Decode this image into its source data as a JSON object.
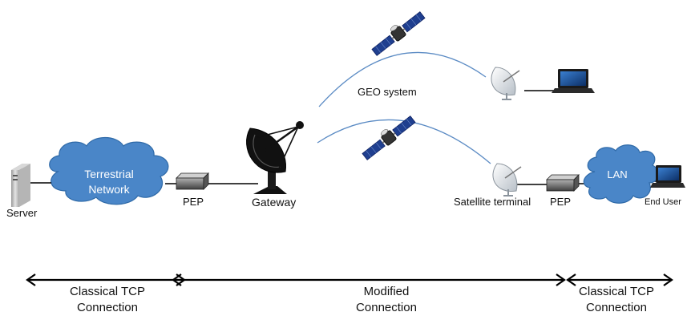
{
  "labels": {
    "server": "Server",
    "terrestrial_network": [
      "Terrestrial",
      "Network"
    ],
    "pep_left": "PEP",
    "gateway": "Gateway",
    "geo_system": "GEO system",
    "satellite_terminal": "Satellite terminal",
    "pep_right": "PEP",
    "lan": "LAN",
    "end_user": "End User"
  },
  "connections": [
    {
      "label": [
        "Classical TCP",
        "Connection"
      ]
    },
    {
      "label": [
        "Modified",
        "Connection"
      ]
    },
    {
      "label": [
        "Classical TCP",
        "Connection"
      ]
    }
  ],
  "colors": {
    "cloud_fill": "#4a86c8",
    "cloud_edge": "#2f6aa8",
    "arc": "#5b8bc4",
    "satellite_panel": "#1f3f8f",
    "line": "#000000"
  }
}
